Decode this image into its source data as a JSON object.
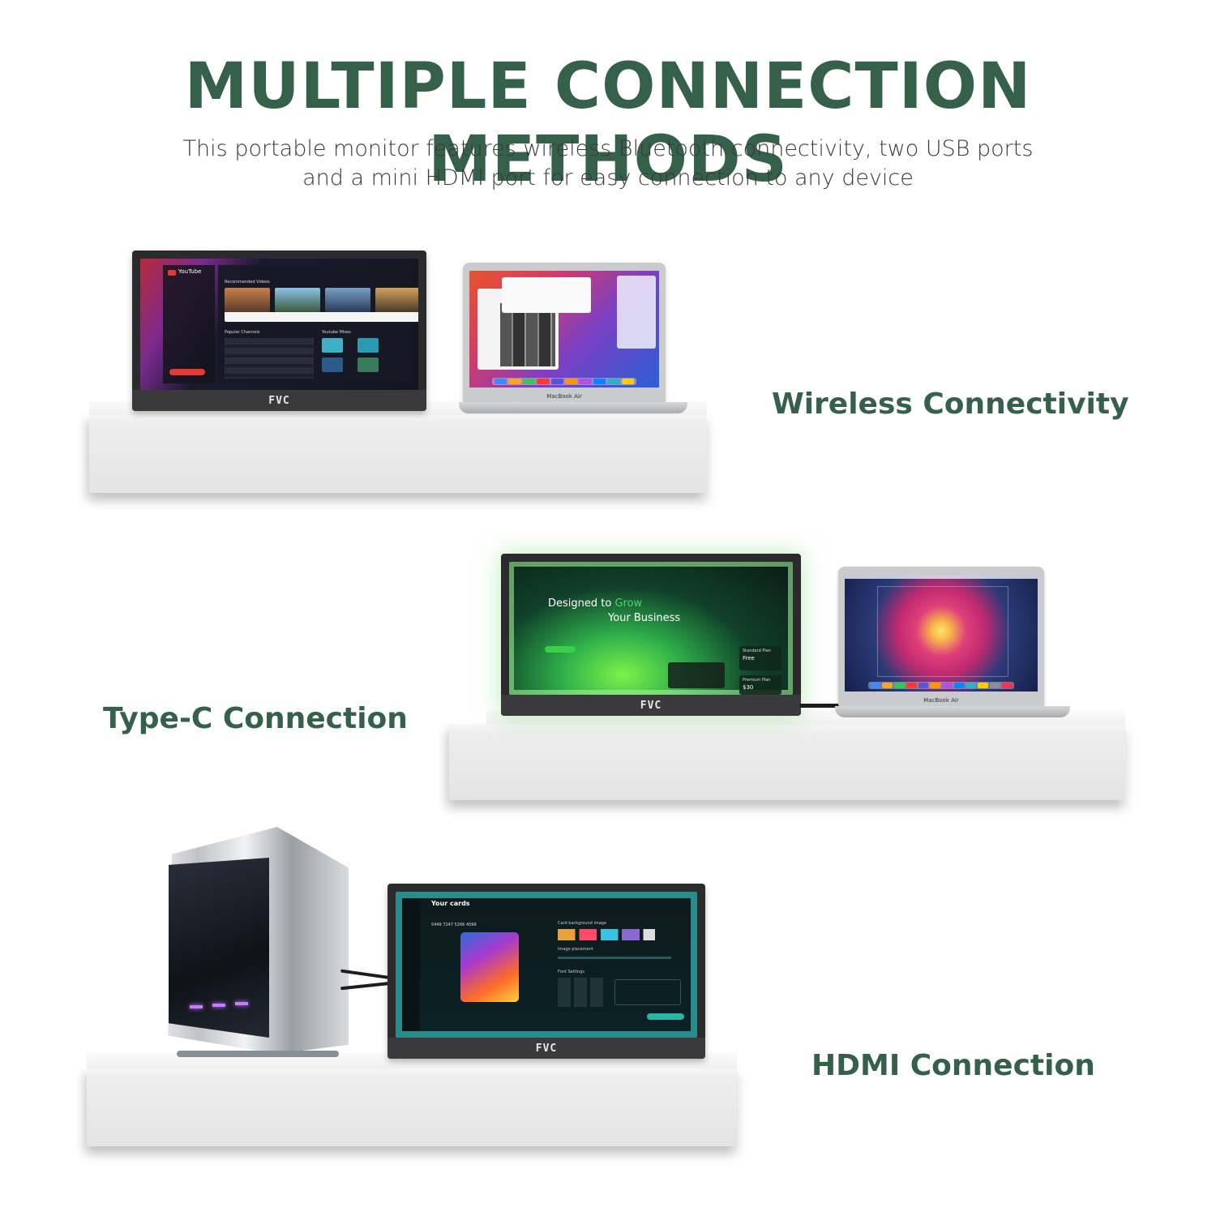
{
  "header": {
    "title": "MULTIPLE CONNECTION METHODS",
    "subtitle_line1": "This portable monitor features wireless Bluetooth connectivity, two USB ports",
    "subtitle_line2": "and a mini HDMI port for easy connection to any device"
  },
  "sections": {
    "wireless": {
      "label": "Wireless Connectivity"
    },
    "typec": {
      "label": "Type-C Connection"
    },
    "hdmi": {
      "label": "HDMI Connection"
    }
  },
  "brand_logo": "FVC",
  "laptop_brand": "MacBook Air",
  "screens": {
    "youtube": {
      "app": "YouTube",
      "section1": "Recommended Videos",
      "section2": "Popular Channels",
      "section3": "Youtube Mixes"
    },
    "business": {
      "headline1": "Designed to",
      "headline_accent": "Grow",
      "headline2": "Your Business",
      "plan1_name": "Standard Plan",
      "plan1_price": "Free",
      "plan2_name": "Premium Plan",
      "plan2_price": "$30"
    },
    "cards": {
      "title": "Your cards",
      "card_number": "5449 7247 5266 4598",
      "panel1": "Card background image",
      "panel2": "Image placement",
      "panel3": "Font Settings"
    }
  },
  "colors": {
    "accent": "#35604a",
    "youtube_red": "#e53935",
    "business_green": "#4cd964"
  }
}
